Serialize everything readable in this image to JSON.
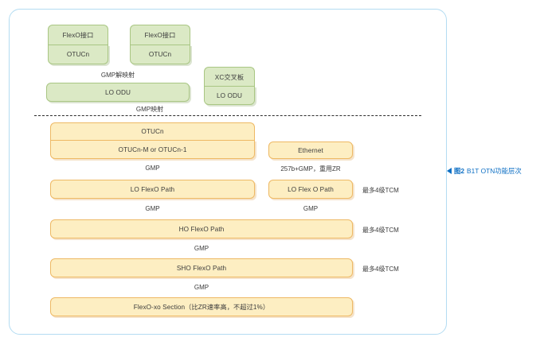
{
  "figure": {
    "caption_marker": "left-triangle-icon",
    "number": "图2",
    "title": "B1T OTN功能层次"
  },
  "upper_section": {
    "flexo_interfaces": [
      {
        "top_label": "FlexO接口",
        "bottom_label": "OTUCn"
      },
      {
        "top_label": "FlexO接口",
        "bottom_label": "OTUCn"
      }
    ],
    "xc_board": {
      "top_label": "XC交叉板",
      "bottom_label": "LO ODU"
    },
    "demap_label": "GMP解映射",
    "lo_odu_label": "LO ODU",
    "map_label": "GMP映射"
  },
  "lower_section": {
    "left_stack": {
      "otucn_label": "OTUCn",
      "otucn_m_label": "OTUCn-M or OTUCn-1",
      "gmp_1": "GMP",
      "lo_flexo_path": "LO FlexO Path",
      "gmp_2": "GMP",
      "ho_flexo_path": "HO FlexO Path",
      "gmp_3": "GMP",
      "sho_flexo_path": "SHO FlexO Path",
      "gmp_4": "GMP",
      "flexo_xo_section": "FlexO-xo Section（比ZR速率高，不超过1%）"
    },
    "right_stack": {
      "ethernet_label": "Ethernet",
      "adaptation_label": "257b+GMP，重用ZR",
      "lo_flex_o_path": "LO Flex O Path",
      "gmp_label": "GMP"
    },
    "tcm_annotations": [
      "最多4级TCM",
      "最多4级TCM",
      "最多4级TCM"
    ]
  },
  "colors": {
    "frame_border": "#b3dcf2",
    "green_fill": "#dbe9c5",
    "green_border": "#a9c683",
    "orange_fill": "#fdeec2",
    "orange_border": "#eeb964",
    "caption_blue": "#0d6fc4",
    "divider": "#2b2b2b"
  }
}
